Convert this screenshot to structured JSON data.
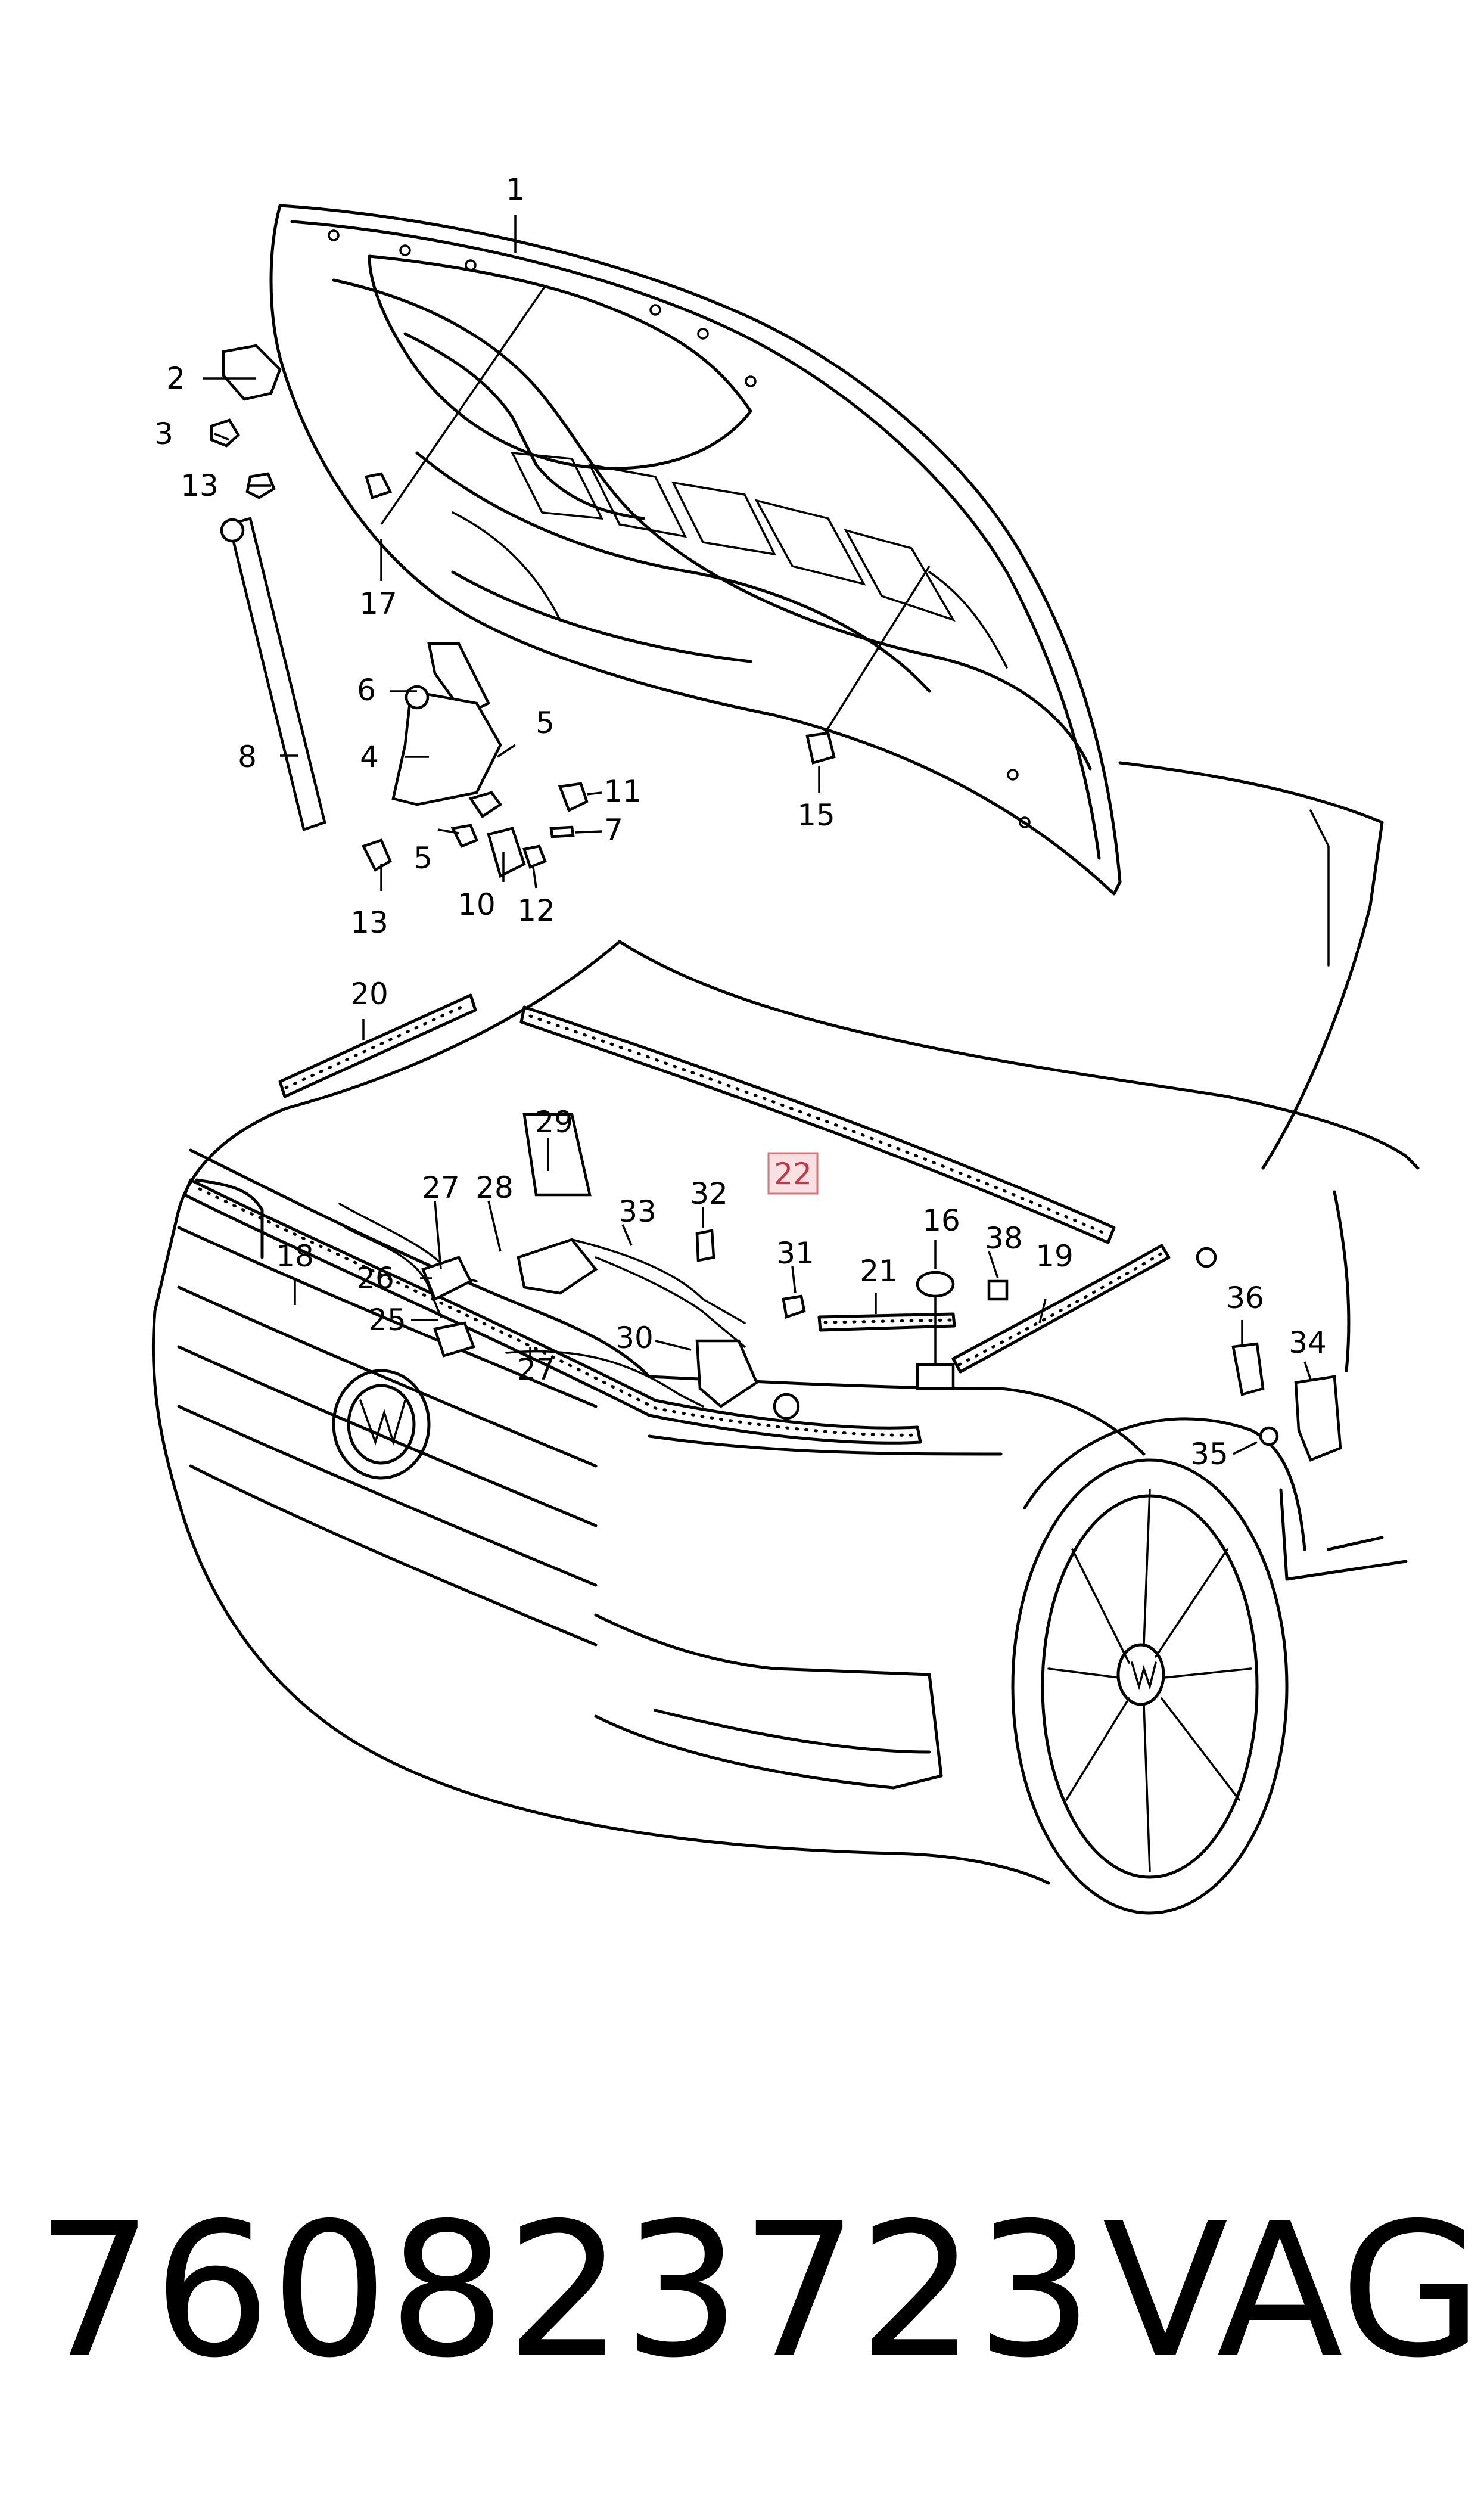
{
  "callouts": {
    "c1": "1",
    "c2": "2",
    "c3": "3",
    "c4": "4",
    "c5a": "5",
    "c5b": "5",
    "c6": "6",
    "c7": "7",
    "c8": "8",
    "c10": "10",
    "c11": "11",
    "c12": "12",
    "c13a": "13",
    "c13b": "13",
    "c15": "15",
    "c16": "16",
    "c17": "17",
    "c18": "18",
    "c19": "19",
    "c20": "20",
    "c21": "21",
    "c22": "22",
    "c25": "25",
    "c26": "26",
    "c27a": "27",
    "c27b": "27",
    "c28": "28",
    "c29": "29",
    "c30": "30",
    "c31": "31",
    "c32": "32",
    "c33": "33",
    "c34": "34",
    "c35": "35",
    "c36": "36",
    "c38": "38"
  },
  "highlight": {
    "callout": "22",
    "fill": "#f9e1e3",
    "stroke": "#d9707a",
    "text_color": "#c0394a"
  },
  "footer": {
    "part_number": "760823723",
    "brand": "VAG"
  }
}
